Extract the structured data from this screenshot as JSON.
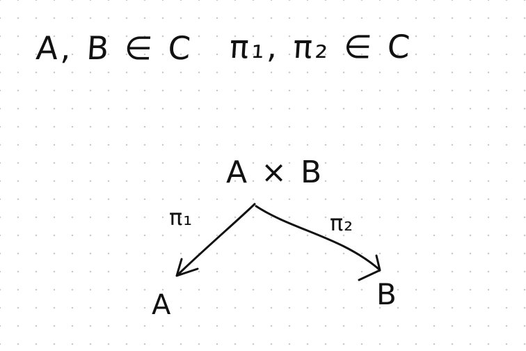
{
  "notes": {
    "line_1": "A, B ∈ C",
    "line_2": "π₁, π₂ ∈ C"
  },
  "diagram": {
    "top_node": "A × B",
    "left_node": "A",
    "right_node": "B",
    "left_arrow_label": "π₁",
    "right_arrow_label": "π₂"
  },
  "colors": {
    "ink": "#111111",
    "dot_grid": "#c9c9c9",
    "paper": "#ffffff"
  }
}
